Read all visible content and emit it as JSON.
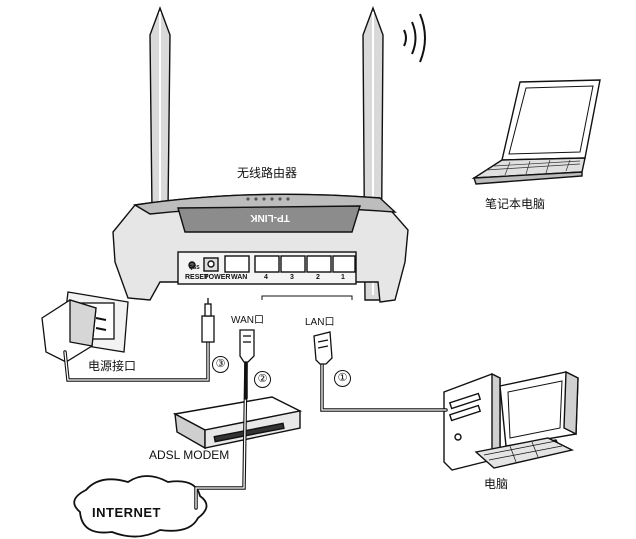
{
  "labels": {
    "router": "无线路由器",
    "laptop": "笔记本电脑",
    "power_port": "电源接口",
    "modem": "ADSL MODEM",
    "internet": "INTERNET",
    "desktop": "电脑",
    "wan_port": "WAN口",
    "lan_port": "LAN口"
  },
  "router_panel": {
    "brand": "TP-LINK",
    "reset": "RESET",
    "qss": "QSS",
    "power": "POWER",
    "wan": "WAN",
    "port_numbers": [
      "4",
      "3",
      "2",
      "1"
    ]
  },
  "steps": [
    "①",
    "②",
    "③"
  ],
  "icons": [
    "wifi-signal-icon",
    "router-icon",
    "laptop-icon",
    "power-adapter-icon",
    "modem-icon",
    "desktop-computer-icon",
    "cloud-icon"
  ]
}
